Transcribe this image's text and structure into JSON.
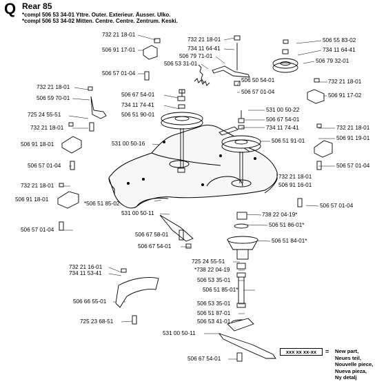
{
  "header": {
    "letter": "Q",
    "title": "Rear 85",
    "line1": "*compl 506 53 34-01 Yttre. Outer. Exterieur. Äusser. Ulko.",
    "line2": "*compl 506 53 34-02 Mitten. Centre. Centre. Zentrum. Keski."
  },
  "labels": [
    "732 21 18-01",
    "506 91 17-01",
    "506 57 01-04",
    "732 21 18-01",
    "734 11 64-41",
    "506 79 71-01",
    "506 53 31-01",
    "506 55 83-02",
    "734 11 64-41",
    "506 79 32-01",
    "506 50 54-01",
    "506 57 01-04",
    "732 21 18-01",
    "506 59 70-01",
    "732 21 18-01",
    "506 91 17-02",
    "506 67 54-01",
    "734 11 74-41",
    "506 51 90-01",
    "531 00 50-22",
    "506 67 54-01",
    "734 11 74-41",
    "725 24 55-51",
    "732 21 18-01",
    "732 21 18-01",
    "506 91 19-01",
    "506 91 18-01",
    "531 00 50-16",
    "506 51 91-01",
    "506 57 01-04",
    "506 57 01-04",
    "732 21 18-01",
    "506 91 16-01",
    "732 21 18-01",
    "506 91 18-01",
    "*506 51 85-02",
    "506 57 01-04",
    "531 00 50-11",
    "738 22 04-19*",
    "506 51 86-01*",
    "506 57 01-04",
    "506 67 58-01",
    "506 51 84-01*",
    "506 67 54-01",
    "725 24 55-51",
    "*738 22 04-19",
    "732 21 16-01",
    "734 11 53-41",
    "506 53 35-01",
    "506 51 85-01*",
    "506 66 55-01",
    "506 53 35-01",
    "506 51 87-01",
    "725 23 68-51",
    "506 53 41-01",
    "531 00 50-11",
    "506 67 54-01"
  ],
  "legend": {
    "box": "xxx xx xx-xx",
    "eq": "=",
    "lines": [
      "New part,",
      "Neues teil,",
      "Nouvelle piece,",
      "Nueva pieza,",
      "Ny detalj"
    ]
  }
}
